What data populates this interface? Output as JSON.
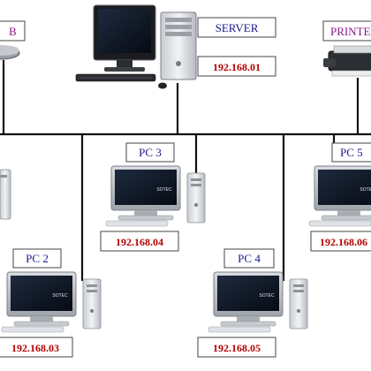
{
  "colors": {
    "name_text": "#8a1a8a",
    "server_text": "#1a1a8a",
    "pc_text": "#1a1a8a",
    "ip_text": "#b30000",
    "wire": "#111111",
    "box_border": "#444444"
  },
  "devices": {
    "left_top": {
      "name": "B",
      "icon": "network-device-icon"
    },
    "server": {
      "name": "SERVER",
      "ip": "192.168.01",
      "icon": "server-workstation-icon"
    },
    "printer": {
      "name": "PRINTE",
      "icon": "printer-icon"
    },
    "pc1": {
      "icon": "pc-icon"
    },
    "pc2": {
      "name": "PC 2",
      "ip": "192.168.03",
      "icon": "pc-icon"
    },
    "pc3": {
      "name": "PC 3",
      "ip": "192.168.04",
      "icon": "pc-icon"
    },
    "pc4": {
      "name": "PC 4",
      "ip": "192.168.05",
      "icon": "pc-icon"
    },
    "pc5": {
      "name": "PC 5",
      "ip": "192.168.06",
      "icon": "pc-icon"
    }
  },
  "monitor_brand": "SOTEC"
}
